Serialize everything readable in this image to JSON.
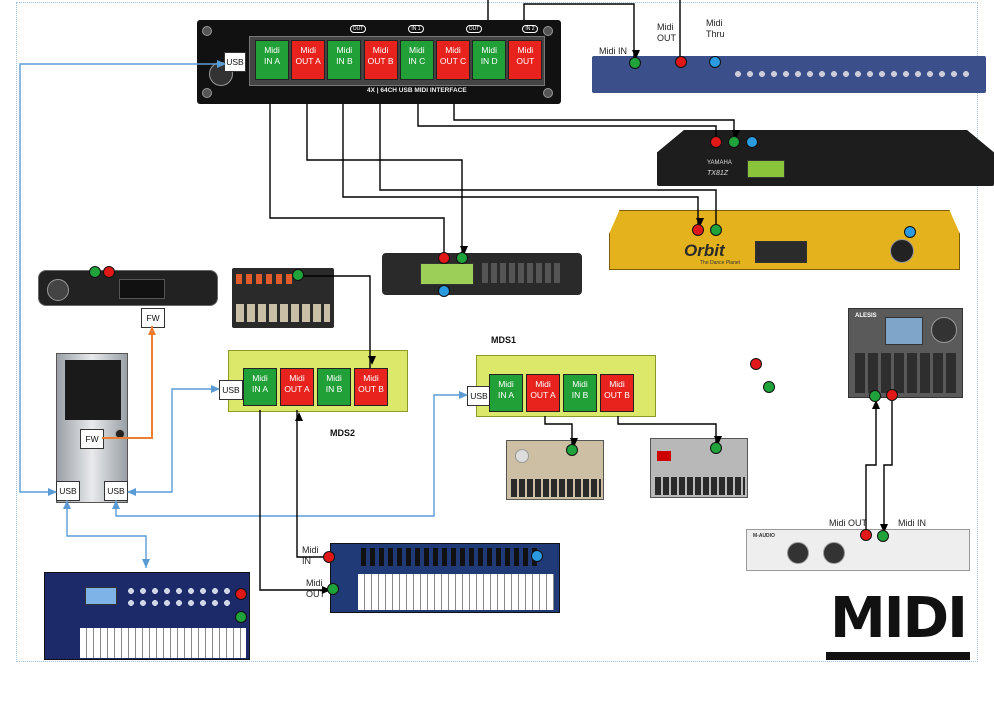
{
  "interface": {
    "usb_label": "USB",
    "caption": "4X | 64CH USB MIDI INTERFACE",
    "tabs": [
      "OUT",
      "OUT",
      "IN 1",
      "IN 2"
    ],
    "ports": [
      {
        "l1": "Midi",
        "l2": "IN A",
        "kind": "in"
      },
      {
        "l1": "Midi",
        "l2": "OUT A",
        "kind": "out"
      },
      {
        "l1": "Midi",
        "l2": "IN B",
        "kind": "in"
      },
      {
        "l1": "Midi",
        "l2": "OUT B",
        "kind": "out"
      },
      {
        "l1": "Midi",
        "l2": "IN C",
        "kind": "in"
      },
      {
        "l1": "Midi",
        "l2": "OUT C",
        "kind": "out"
      },
      {
        "l1": "Midi",
        "l2": "IN D",
        "kind": "in"
      },
      {
        "l1": "Midi",
        "l2": "OUT",
        "kind": "out"
      }
    ]
  },
  "patchbay": {
    "midi_in": "Midi IN",
    "midi_out": "Midi OUT",
    "midi_thru": "Midi Thru"
  },
  "tx": {
    "brand": "YAMAHA",
    "model": "TX81Z"
  },
  "orbit": {
    "brand": "Orbit",
    "tagline": "The Dance Planet"
  },
  "mds2": {
    "title": "MDS2",
    "usb_label": "USB",
    "ports": [
      {
        "l1": "Midi",
        "l2": "IN A",
        "kind": "in"
      },
      {
        "l1": "Midi",
        "l2": "OUT A",
        "kind": "out"
      },
      {
        "l1": "Midi",
        "l2": "IN B",
        "kind": "in"
      },
      {
        "l1": "Midi",
        "l2": "OUT B",
        "kind": "out"
      }
    ]
  },
  "mds1": {
    "title": "MDS1",
    "usb_label": "USB",
    "ports": [
      {
        "l1": "Midi",
        "l2": "IN A",
        "kind": "in"
      },
      {
        "l1": "Midi",
        "l2": "OUT A",
        "kind": "out"
      },
      {
        "l1": "Midi",
        "l2": "IN B",
        "kind": "in"
      },
      {
        "l1": "Midi",
        "l2": "OUT B",
        "kind": "out"
      }
    ]
  },
  "computer": {
    "fw_label": "FW",
    "usb1_label": "USB",
    "usb2_label": "USB"
  },
  "audio_iface": {
    "fw_label": "FW"
  },
  "drum": {
    "brand": "ALESIS"
  },
  "maudio": {
    "brand": "M-AUDIO",
    "midi_out": "Midi OUT",
    "midi_in": "Midi IN"
  },
  "keyboard": {
    "midi_in_l1": "Midi",
    "midi_in_l2": "IN",
    "midi_out_l1": "Midi",
    "midi_out_l2": "OUT"
  },
  "logo": {
    "text": "MIDI"
  },
  "colors": {
    "midi_in": "#21a038",
    "midi_out": "#e8231d",
    "usb_cable": "#5b9bd5",
    "fw_cable": "#ed7d31",
    "midi_cable": "#000000"
  }
}
